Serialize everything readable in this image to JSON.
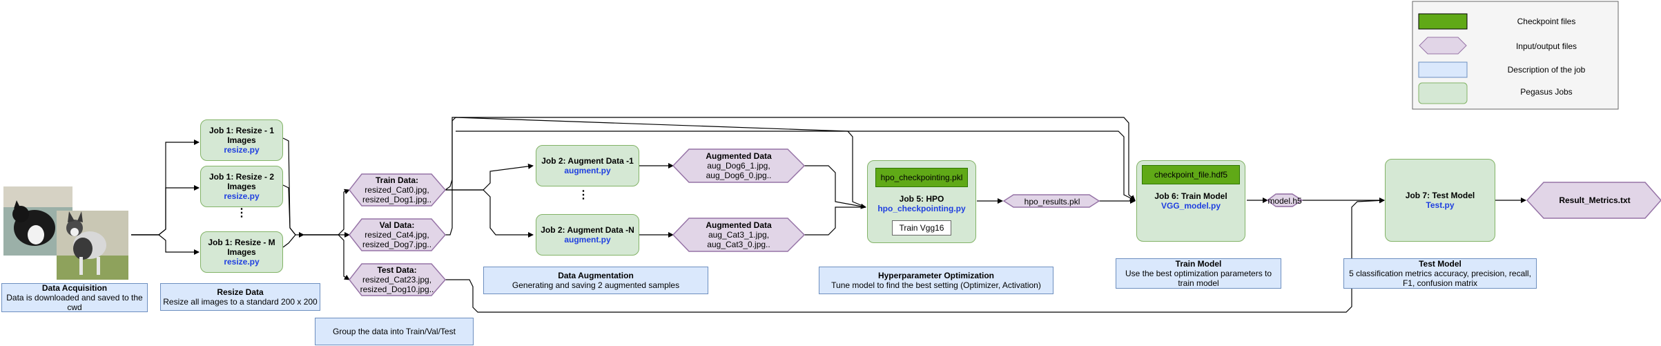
{
  "legend": {
    "checkpoint": "Checkpoint files",
    "io": "Input/output files",
    "desc": "Description of the job",
    "jobs": "Pegasus Jobs"
  },
  "acquisition": {
    "title": "Data Acquisition",
    "text": "Data is downloaded and saved to the cwd"
  },
  "resize": {
    "job1": {
      "title": "Job 1: Resize - 1 Images",
      "script": "resize.py"
    },
    "job2": {
      "title": "Job 1: Resize - 2 Images",
      "script": "resize.py"
    },
    "dots": "⋮",
    "jobM": {
      "title": "Job 1: Resize - M Images",
      "script": "resize.py"
    },
    "desc_title": "Resize Data",
    "desc_text": "Resize all images to a standard 200 x 200"
  },
  "split": {
    "train": {
      "title": "Train Data:",
      "l1": "resized_Cat0.jpg,",
      "l2": "resized_Dog1.jpg.."
    },
    "val": {
      "title": "Val Data:",
      "l1": "resized_Cat4.jpg,",
      "l2": "resized_Dog7.jpg.."
    },
    "test": {
      "title": "Test Data:",
      "l1": "resized_Cat23.jpg,",
      "l2": "resized_Dog10.jpg.."
    },
    "desc": "Group the data into Train/Val/Test"
  },
  "augment": {
    "job1": {
      "title": "Job 2: Augment Data -1",
      "script": "augment.py"
    },
    "dots": "⋮",
    "jobN": {
      "title": "Job 2: Augment Data -N",
      "script": "augment.py"
    },
    "out1": {
      "title": "Augmented Data",
      "l1": "aug_Dog6_1.jpg,",
      "l2": "aug_Dog6_0.jpg.."
    },
    "out2": {
      "title": "Augmented Data",
      "l1": "aug_Cat3_1.jpg,",
      "l2": "aug_Cat3_0.jpg.."
    },
    "desc_title": "Data Augmentation",
    "desc_text": "Generating and saving 2 augmented samples"
  },
  "hpo": {
    "checkpoint": "hpo_checkpointing.pkl",
    "title": "Job 5: HPO",
    "script": "hpo_checkpointing.py",
    "inner": "Train Vgg16",
    "output": "hpo_results.pkl",
    "desc_title": "Hyperparameter Optimization",
    "desc_text": "Tune model to find the best setting (Optimizer, Activation)"
  },
  "train": {
    "checkpoint": "checkpoint_file.hdf5",
    "title": "Job 6: Train Model",
    "script": "VGG_model.py",
    "output": "model.h5",
    "desc_title": "Train Model",
    "desc_text": "Use the best optimization parameters to train model"
  },
  "test": {
    "title": "Job 7: Test Model",
    "script": "Test.py",
    "output": "Result_Metrics.txt",
    "desc_title": "Test Model",
    "desc_text": "5 classification metrics accuracy, precision, recall, F1, confusion matrix"
  },
  "colors": {
    "job_fill": "#d5e8d4",
    "job_stroke": "#82b366",
    "io_fill": "#e1d5e7",
    "io_stroke": "#9673a6",
    "desc_fill": "#dae8fc",
    "desc_stroke": "#6c8ebf",
    "ckpt_fill": "#60a917",
    "script": "#1f3fe0"
  }
}
